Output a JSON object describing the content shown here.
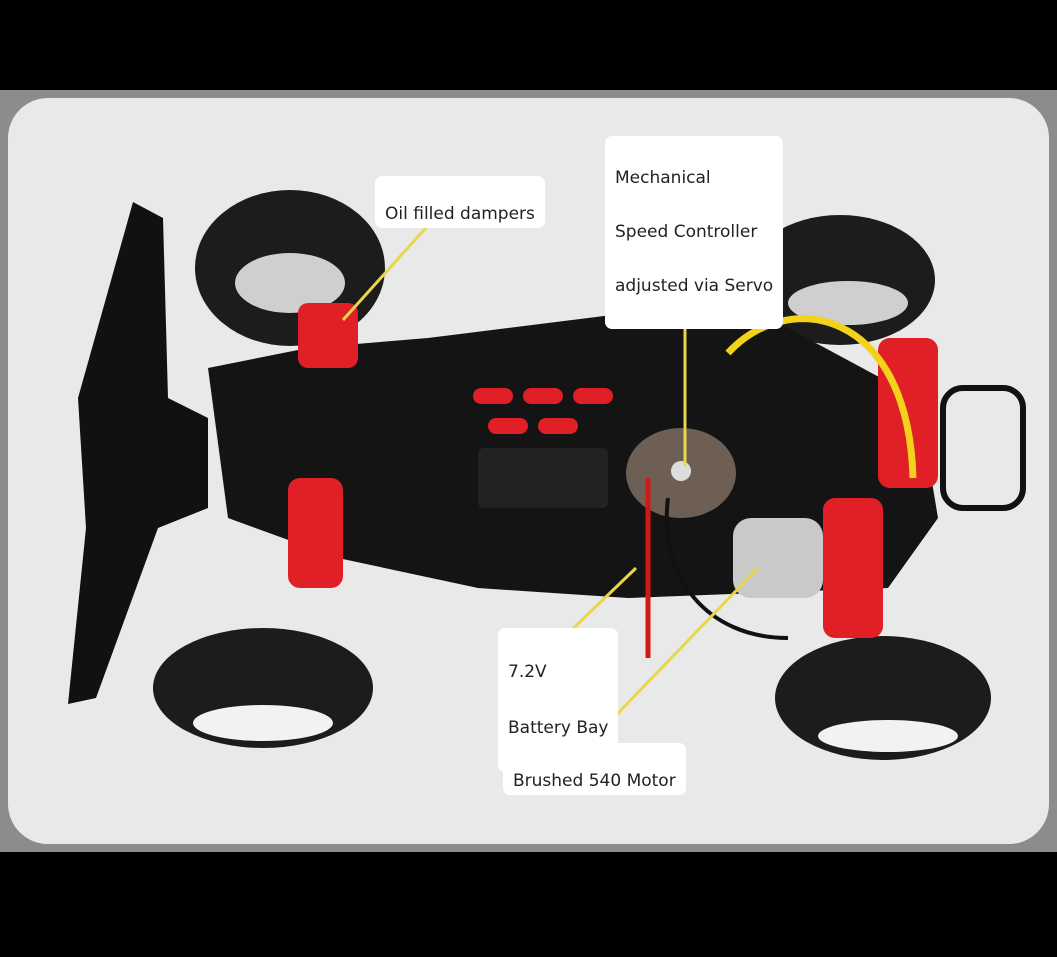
{
  "labels": {
    "dampers": "Oil filled dampers",
    "speed_controller_1": "Mechanical",
    "speed_controller_2": "Speed Controller",
    "speed_controller_3": "adjusted via Servo",
    "battery_1": "7.2V",
    "battery_2": "Battery Bay",
    "motor": "Brushed 540 Motor"
  },
  "colors": {
    "background": "#e9e9e9",
    "chassis": "#141414",
    "accent_red": "#e01f26",
    "callout_line": "#e6d84a",
    "tire": "#1c1c1c"
  }
}
